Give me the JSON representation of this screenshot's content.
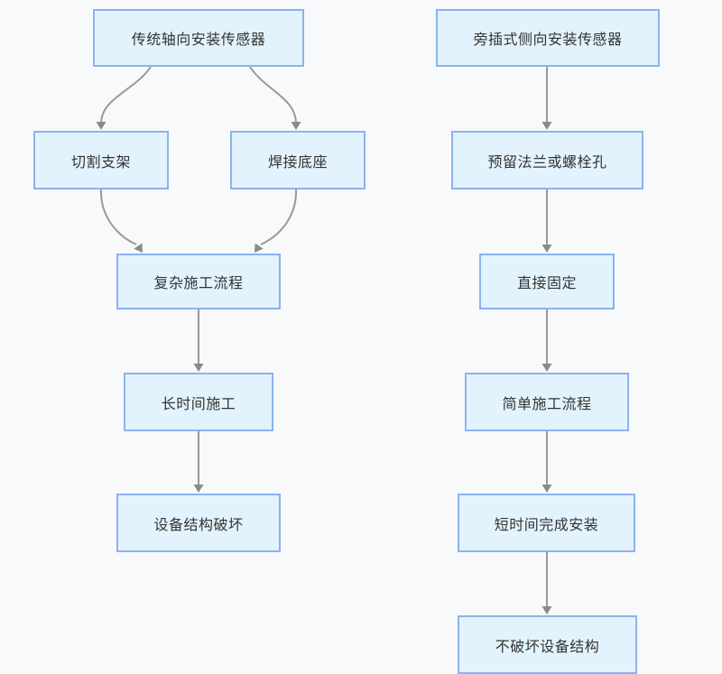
{
  "diagram": {
    "title": "sensor-installation-comparison-flowchart",
    "colors": {
      "background": "#f8f9fa",
      "node_fill": "#e3f3fd",
      "node_border": "#8cb2ef",
      "node_text": "#333333",
      "edge": "#999999",
      "arrowhead": "#8a8a8a"
    },
    "nodes": [
      {
        "id": "traditional-axial-sensor",
        "label": "传统轴向安装传感器"
      },
      {
        "id": "cut-bracket",
        "label": "切割支架"
      },
      {
        "id": "weld-base",
        "label": "焊接底座"
      },
      {
        "id": "complex-process",
        "label": "复杂施工流程"
      },
      {
        "id": "long-construction",
        "label": "长时间施工"
      },
      {
        "id": "structure-damage",
        "label": "设备结构破坏"
      },
      {
        "id": "side-insert-sensor",
        "label": "旁插式侧向安装传感器"
      },
      {
        "id": "reserved-flange-holes",
        "label": "预留法兰或螺栓孔"
      },
      {
        "id": "direct-fix",
        "label": "直接固定"
      },
      {
        "id": "simple-process",
        "label": "简单施工流程"
      },
      {
        "id": "short-install",
        "label": "短时间完成安装"
      },
      {
        "id": "no-structure-damage",
        "label": "不破坏设备结构"
      }
    ],
    "edges": [
      {
        "from": "traditional-axial-sensor",
        "to": "cut-bracket"
      },
      {
        "from": "traditional-axial-sensor",
        "to": "weld-base"
      },
      {
        "from": "cut-bracket",
        "to": "complex-process"
      },
      {
        "from": "weld-base",
        "to": "complex-process"
      },
      {
        "from": "complex-process",
        "to": "long-construction"
      },
      {
        "from": "long-construction",
        "to": "structure-damage"
      },
      {
        "from": "side-insert-sensor",
        "to": "reserved-flange-holes"
      },
      {
        "from": "reserved-flange-holes",
        "to": "direct-fix"
      },
      {
        "from": "direct-fix",
        "to": "simple-process"
      },
      {
        "from": "simple-process",
        "to": "short-install"
      },
      {
        "from": "short-install",
        "to": "no-structure-damage"
      }
    ]
  }
}
